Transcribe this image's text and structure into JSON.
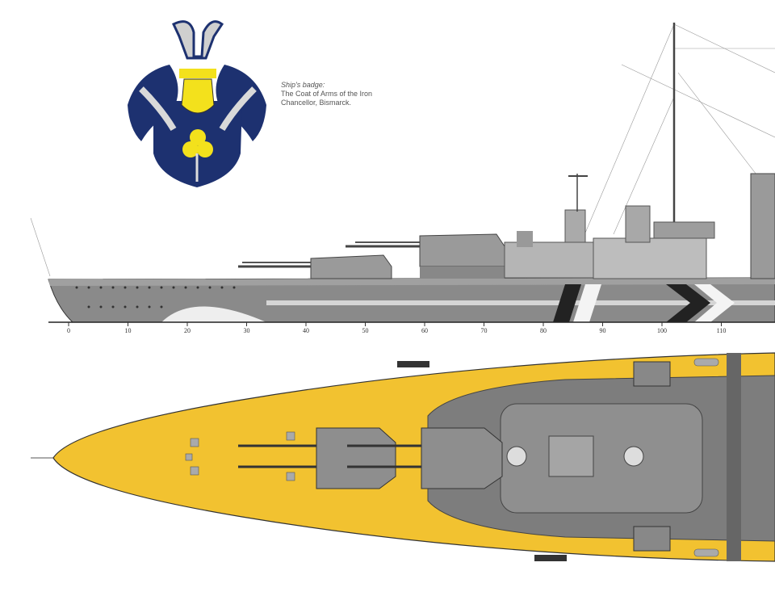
{
  "badge": {
    "title": "Ship's badge:",
    "line1": "The Coat of Arms of the Iron",
    "line2": "Chancellor, Bismarck."
  },
  "scale": {
    "labels": [
      "0",
      "10",
      "20",
      "30",
      "40",
      "50",
      "60",
      "70",
      "80",
      "90",
      "100",
      "110"
    ]
  },
  "colors": {
    "deck": "#f2c230",
    "hull": "#8a8a8a",
    "hull_light": "#c8c8c8",
    "badge_blue": "#1d3170",
    "badge_yellow": "#f3e11c"
  }
}
